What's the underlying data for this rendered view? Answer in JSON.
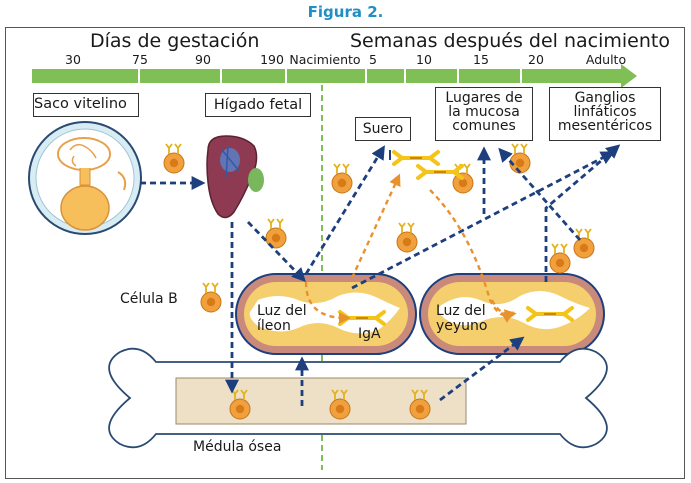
{
  "figure_title": "Figura 2.",
  "timeline": {
    "gestation_header": "Días de gestación",
    "postnatal_header": "Semanas después del nacimiento",
    "ticks": [
      "30",
      "75",
      "90",
      "190",
      "Nacimiento",
      "5",
      "10",
      "15",
      "20",
      "Adulto"
    ]
  },
  "labels": {
    "yolk_sac": "Saco vitelino",
    "fetal_liver": "Hígado fetal",
    "serum": "Suero",
    "mucosal_sites": [
      "Lugares de",
      "la mucosa",
      "comunes"
    ],
    "mesenteric_nodes": [
      "Ganglios",
      "linfáticos",
      "mesentéricos"
    ],
    "b_cell": "Célula B",
    "ileum_lumen": [
      "Luz del",
      "íleon"
    ],
    "jejunum_lumen": [
      "Luz del",
      "yeyuno"
    ],
    "iga": "IgA",
    "bone_marrow": "Médula ósea"
  },
  "colors": {
    "timeline_bar": "#7fbf56",
    "birth_line": "#7fbf56",
    "migration_arrow": "#1d3f7e",
    "antibody_arrow": "#e8922e",
    "b_cell_fill": "#f0a03c",
    "antibody": "#f4c419",
    "gut_wall": "#c98a7c",
    "bone": "#ede0c6",
    "title": "#1f8fc6"
  }
}
